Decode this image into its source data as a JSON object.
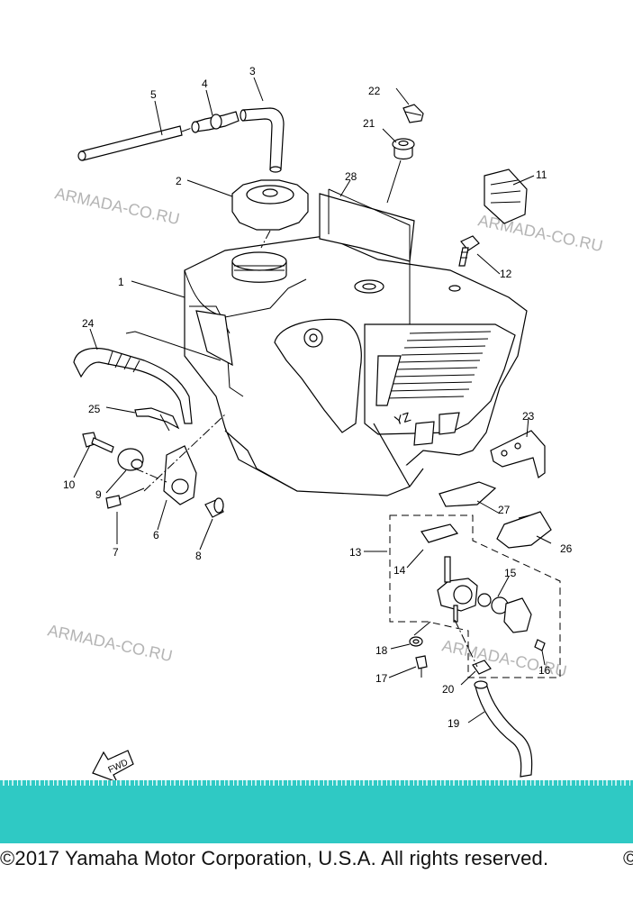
{
  "callouts": [
    "1",
    "2",
    "3",
    "4",
    "5",
    "6",
    "7",
    "8",
    "9",
    "10",
    "11",
    "12",
    "13",
    "14",
    "15",
    "16",
    "17",
    "18",
    "19",
    "20",
    "21",
    "22",
    "23",
    "24",
    "25",
    "26",
    "27",
    "28"
  ],
  "watermark": "ARMADA-CO.RU",
  "fwd_label": "FWD",
  "tank_logo": "YZ",
  "copyright": "©2017 Yamaha Motor Corporation, U.S.A. All rights reserved.",
  "edge_glyph": "©",
  "colors": {
    "band": "#2fc9c4",
    "line": "#000000",
    "watermark": "#b4b4b4"
  }
}
